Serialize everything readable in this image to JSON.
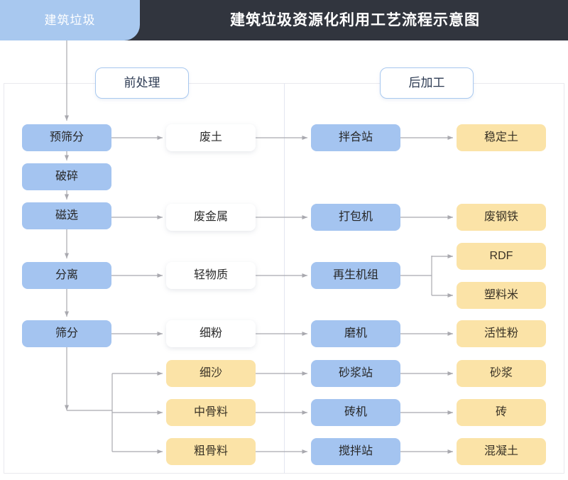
{
  "header": {
    "tab_label": "建筑垃圾",
    "title": "建筑垃圾资源化利用工艺流程示意图",
    "bar_color": "#31353e",
    "tab_color": "#a8c8ef"
  },
  "sections": {
    "pre_label": "前处理",
    "post_label": "后加工"
  },
  "palette": {
    "blue": "#a4c4f0",
    "yellow": "#fbe3a7",
    "white": "#ffffff",
    "wire": "#a9a9af",
    "divider": "#e3e6f0"
  },
  "nodes": {
    "pre_process": [
      {
        "label": "预筛分",
        "kind": "blue"
      },
      {
        "label": "破碎",
        "kind": "blue"
      },
      {
        "label": "磁选",
        "kind": "blue"
      },
      {
        "label": "分离",
        "kind": "blue"
      },
      {
        "label": "筛分",
        "kind": "blue"
      }
    ],
    "intermediates": [
      {
        "label": "废土",
        "kind": "white"
      },
      {
        "label": "废金属",
        "kind": "white"
      },
      {
        "label": "轻物质",
        "kind": "white"
      },
      {
        "label": "细粉",
        "kind": "white"
      },
      {
        "label": "细沙",
        "kind": "yellow"
      },
      {
        "label": "中骨料",
        "kind": "yellow"
      },
      {
        "label": "粗骨料",
        "kind": "yellow"
      }
    ],
    "equipment": [
      {
        "label": "拌合站",
        "kind": "blue"
      },
      {
        "label": "打包机",
        "kind": "blue"
      },
      {
        "label": "再生机组",
        "kind": "blue"
      },
      {
        "label": "磨机",
        "kind": "blue"
      },
      {
        "label": "砂浆站",
        "kind": "blue"
      },
      {
        "label": "砖机",
        "kind": "blue"
      },
      {
        "label": "搅拌站",
        "kind": "blue"
      }
    ],
    "products": [
      {
        "label": "稳定土",
        "kind": "yellow"
      },
      {
        "label": "废钢铁",
        "kind": "yellow"
      },
      {
        "label": "RDF",
        "kind": "yellow"
      },
      {
        "label": "塑料米",
        "kind": "yellow"
      },
      {
        "label": "活性粉",
        "kind": "yellow"
      },
      {
        "label": "砂浆",
        "kind": "yellow"
      },
      {
        "label": "砖",
        "kind": "yellow"
      },
      {
        "label": "混凝土",
        "kind": "yellow"
      }
    ]
  }
}
